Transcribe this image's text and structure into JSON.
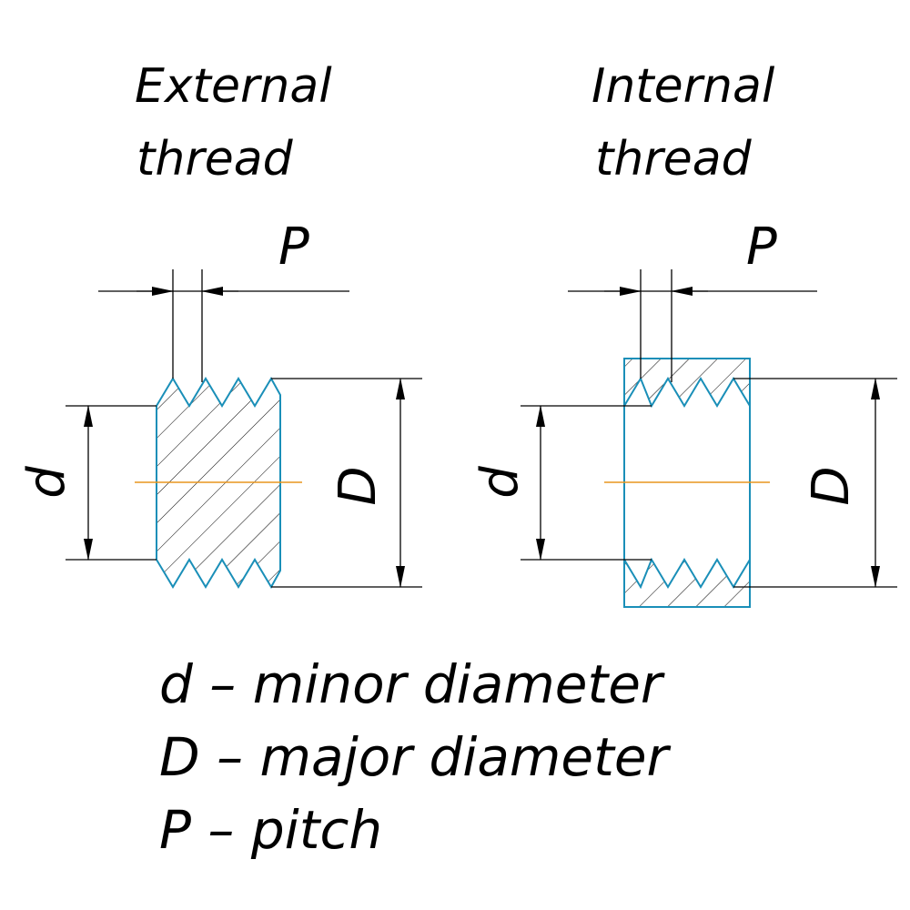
{
  "external": {
    "title_line1": "External",
    "title_line2": "thread",
    "pitch_label": "P",
    "minor_label": "d",
    "major_label": "D"
  },
  "internal": {
    "title_line1": "Internal",
    "title_line2": "thread",
    "pitch_label": "P",
    "minor_label": "d",
    "major_label": "D"
  },
  "legend": {
    "line1": "d – minor diameter",
    "line2": "D – major diameter",
    "line3": "P – pitch"
  },
  "colors": {
    "outline": "#1a8fb8",
    "centerline": "#e8961e",
    "dimension": "#000000",
    "hatch": "#000000"
  }
}
